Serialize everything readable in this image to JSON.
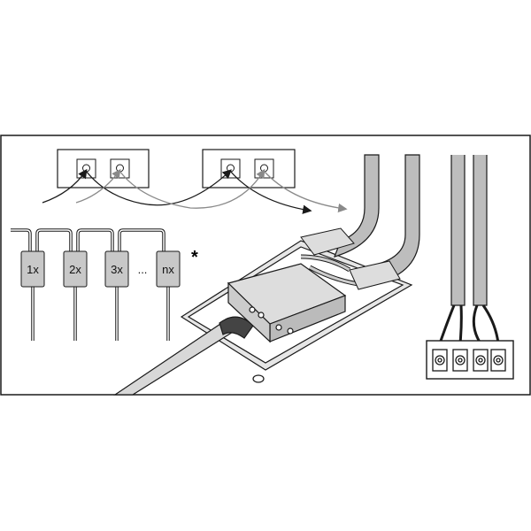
{
  "modules": [
    {
      "label": "1x"
    },
    {
      "label": "2x"
    },
    {
      "label": "3x"
    },
    {
      "label": "nx"
    }
  ],
  "ellipsis": "...",
  "footnote_marker": "*",
  "colors": {
    "line": "#1a1a1a",
    "gray_arrow": "#8a8a8a",
    "module_fill": "#c8c8c8",
    "cable_fill": "#bdbdbd",
    "box_fill": "#e6e6e6"
  }
}
